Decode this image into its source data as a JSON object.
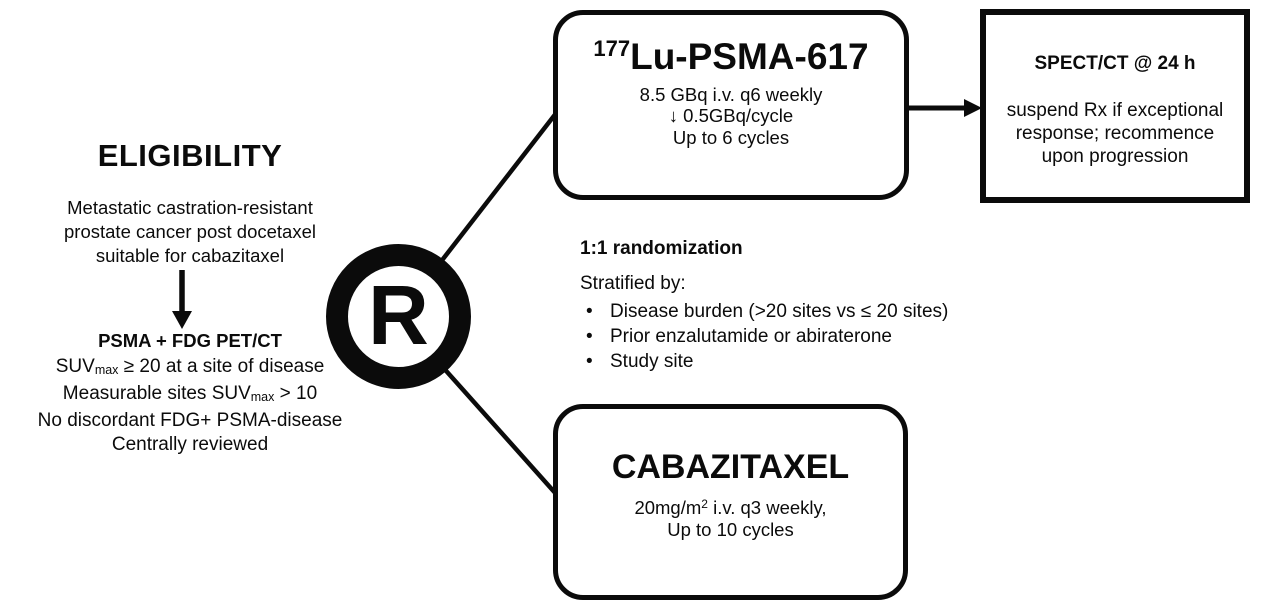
{
  "colors": {
    "ink": "#0b0b0b",
    "background": "#ffffff"
  },
  "eligibility": {
    "title": "ELIGIBILITY",
    "intro_lines": [
      "Metastatic castration-resistant",
      "prostate cancer post docetaxel",
      "suitable for cabazitaxel"
    ],
    "screening_title": "PSMA + FDG PET/CT",
    "criteria": [
      {
        "pre": "SUV",
        "sub": "max",
        "post": " ≥ 20 at a site of disease"
      },
      {
        "pre": "Measurable sites SUV",
        "sub": "max",
        "post": " > 10"
      },
      {
        "pre": "No discordant FDG+ PSMA-disease",
        "sub": "",
        "post": ""
      },
      {
        "pre": "Centrally reviewed",
        "sub": "",
        "post": ""
      }
    ]
  },
  "randomization": {
    "symbol": "R",
    "ratio_label": "1:1 randomization",
    "stratified_label": "Stratified by:",
    "bullet": "•",
    "strata": [
      "Disease burden (>20 sites vs ≤ 20 sites)",
      "Prior enzalutamide or abiraterone",
      "Study site"
    ]
  },
  "arm_top": {
    "isotope_superscript": "177",
    "name": "Lu-PSMA-617",
    "dose_lines": [
      "8.5 GBq i.v. q6 weekly",
      "↓ 0.5GBq/cycle",
      "Up to 6 cycles"
    ]
  },
  "arm_bottom": {
    "name": "CABAZITAXEL",
    "dose_pre": "20mg/m",
    "dose_sup": "2",
    "dose_post": " i.v. q3 weekly,",
    "duration": "Up to 10 cycles"
  },
  "spect": {
    "title": "SPECT/CT @ 24 h",
    "body_lines": [
      "suspend Rx if exceptional",
      "response; recommence",
      "upon progression"
    ]
  }
}
